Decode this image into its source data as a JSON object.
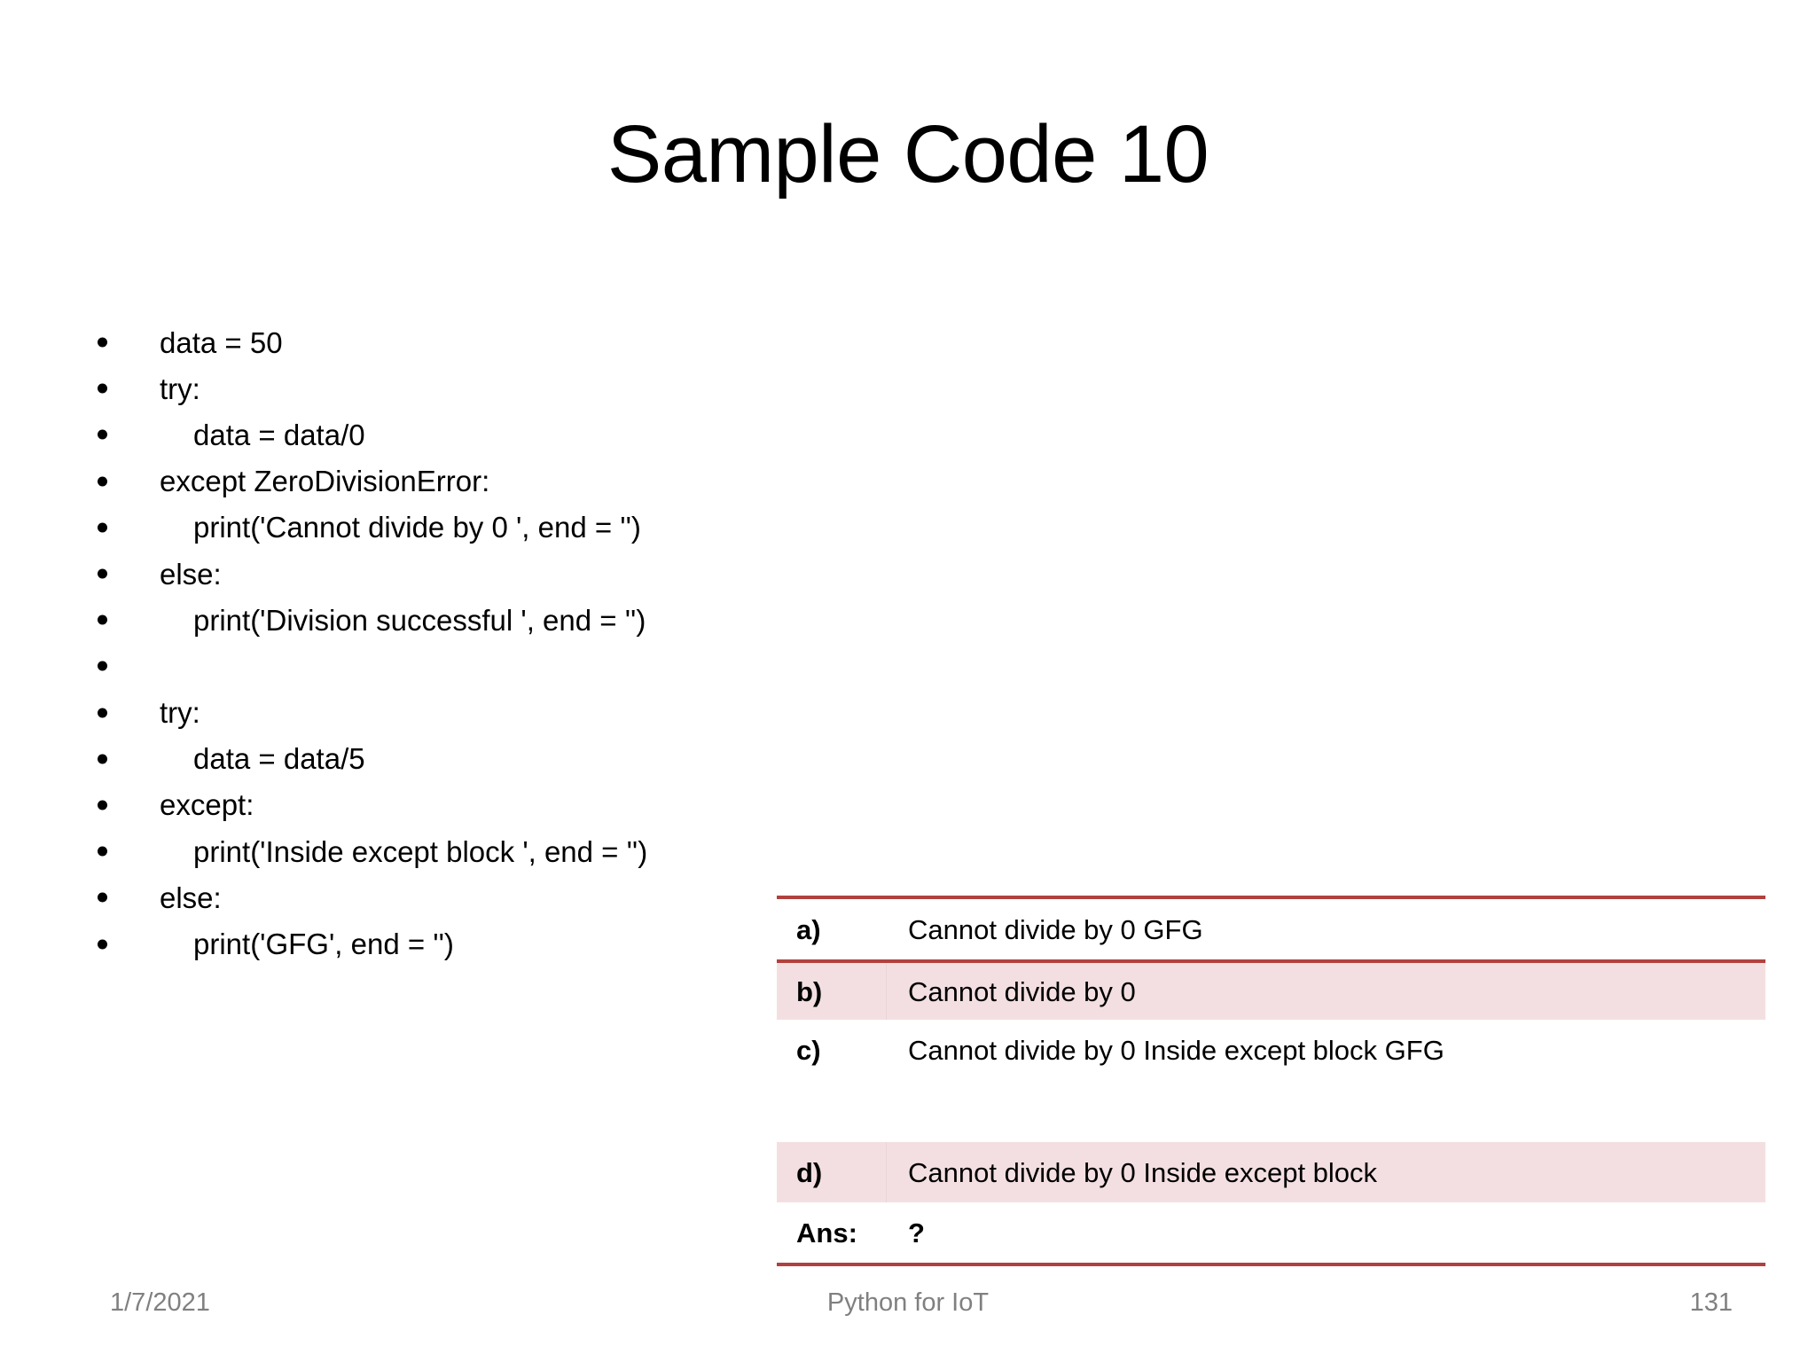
{
  "slide": {
    "title": "Sample Code 10",
    "code_lines": [
      {
        "text": "data = 50",
        "indent": 0
      },
      {
        "text": "try:",
        "indent": 0
      },
      {
        "text": "data = data/0",
        "indent": 1
      },
      {
        "text": "except ZeroDivisionError:",
        "indent": 0
      },
      {
        "text": "print('Cannot divide by 0 ', end = '')",
        "indent": 1
      },
      {
        "text": "else:",
        "indent": 0
      },
      {
        "text": "print('Division successful ', end = '')",
        "indent": 1
      },
      {
        "text": "",
        "indent": 0
      },
      {
        "text": "try:",
        "indent": 0
      },
      {
        "text": "data = data/5",
        "indent": 1
      },
      {
        "text": "except:",
        "indent": 0
      },
      {
        "text": "print('Inside except block ', end = '')",
        "indent": 1
      },
      {
        "text": "else:",
        "indent": 0
      },
      {
        "text": "print('GFG', end = '')",
        "indent": 1
      }
    ],
    "options": [
      {
        "label": "a)",
        "value": "Cannot divide by 0 GFG",
        "shaded": false,
        "divider_top": false,
        "spacer": false
      },
      {
        "label": "b)",
        "value": "Cannot divide by 0",
        "shaded": true,
        "divider_top": true,
        "spacer": false
      },
      {
        "label": "c)",
        "value": "Cannot divide by 0 Inside except block GFG",
        "shaded": false,
        "divider_top": false,
        "spacer": false
      },
      {
        "label": "",
        "value": "",
        "shaded": false,
        "divider_top": false,
        "spacer": true
      },
      {
        "label": "d)",
        "value": "Cannot divide by 0 Inside except block",
        "shaded": true,
        "divider_top": false,
        "spacer": false
      },
      {
        "label": "Ans:",
        "value": "?",
        "shaded": false,
        "divider_top": false,
        "spacer": false,
        "answer": true
      }
    ],
    "footer": {
      "date": "1/7/2021",
      "center": "Python for IoT",
      "page": "131"
    },
    "colors": {
      "table_border": "#B0413E",
      "row_shade": "#F3DFE1",
      "footer_text": "#808080",
      "body_text": "#000000"
    }
  }
}
